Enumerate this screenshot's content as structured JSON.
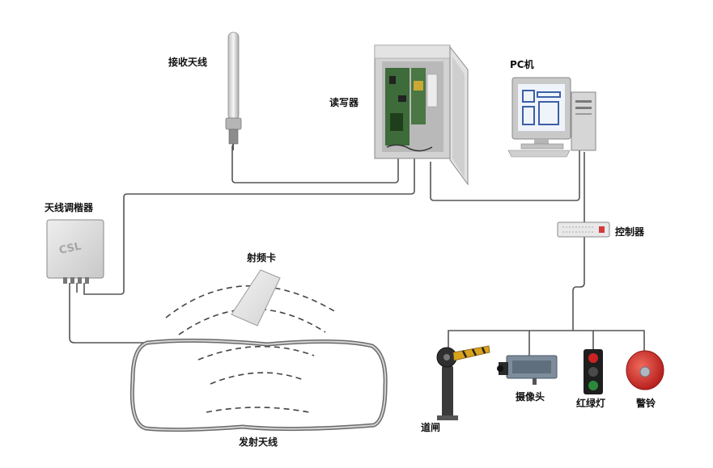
{
  "labels": {
    "receive_antenna": "接收天线",
    "reader": "读写器",
    "pc": "PC机",
    "antenna_tuner": "天线调楷器",
    "rf_card": "射频卡",
    "controller": "控制器",
    "transmit_antenna": "发射天线",
    "barrier_gate": "道闸",
    "camera": "摄像头",
    "traffic_light": "红绿灯",
    "alarm_bell": "警铃"
  },
  "colors": {
    "cable": "#555555",
    "enclosure": "#dcdcdc",
    "circuit_board": "#3d6b3a",
    "light_red": "#cc2222",
    "light_green": "#2a8a3a",
    "alarm_red": "#d8322f",
    "camera_body": "#6a7a8a",
    "barrier_stripe": "#d9a21c"
  }
}
